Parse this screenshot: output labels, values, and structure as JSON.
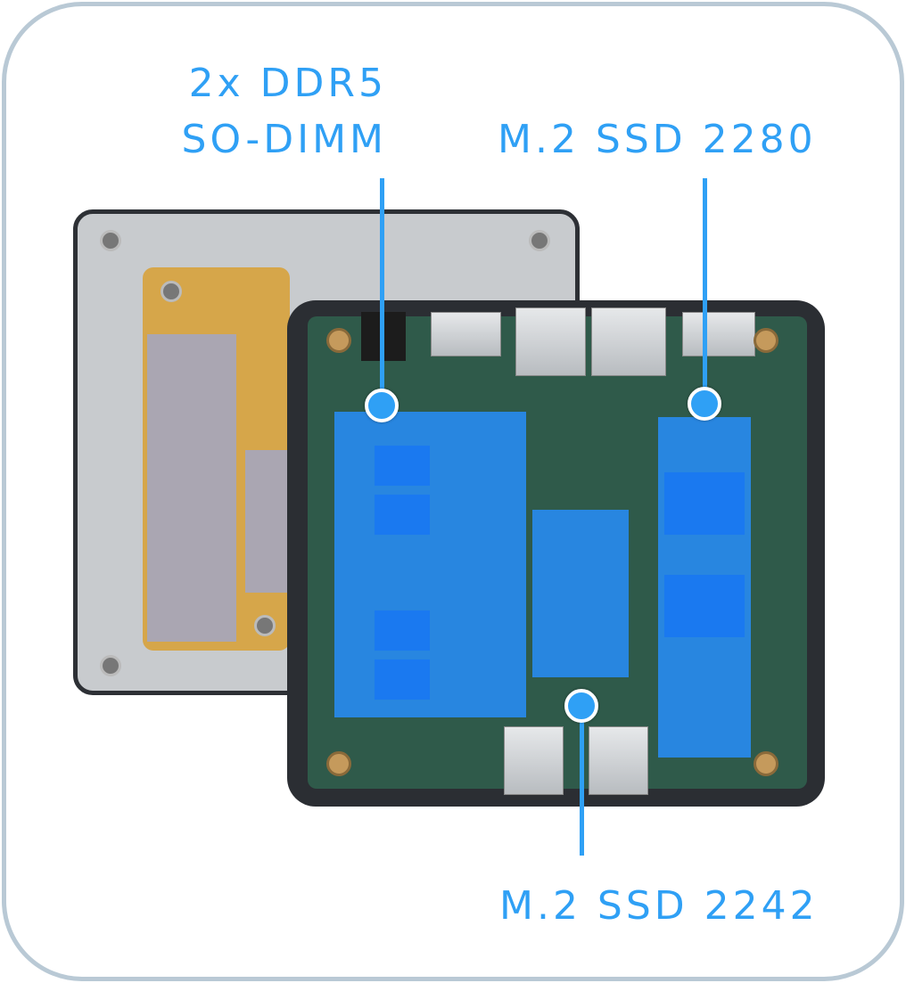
{
  "labels": {
    "ddr5_line1": "2x DDR5",
    "ddr5_line2": "SO-DIMM",
    "ssd_2280": "M.2 SSD 2280",
    "ssd_2242": "M.2 SSD 2242"
  },
  "colors": {
    "accent": "#2fa0f5",
    "frame": "#b9c9d5",
    "board": "#2f5a4a"
  }
}
